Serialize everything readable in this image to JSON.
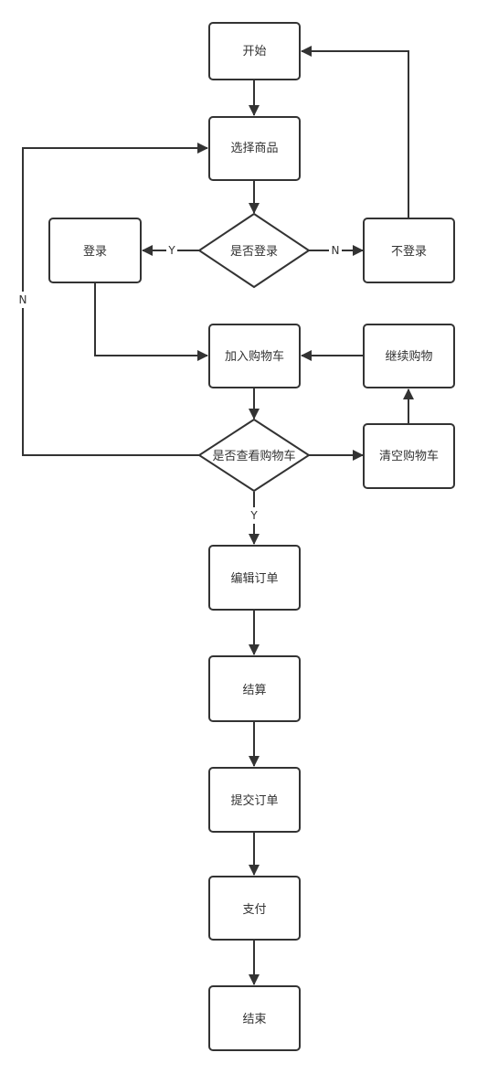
{
  "nodes": {
    "start": "开始",
    "select_product": "选择商品",
    "is_logged_in": "是否登录",
    "login": "登录",
    "not_login": "不登录",
    "add_to_cart": "加入购物车",
    "continue_shopping": "继续购物",
    "view_cart": "是否查看购物车",
    "clear_cart": "清空购物车",
    "edit_order": "编辑订单",
    "checkout": "结算",
    "submit_order": "提交订单",
    "pay": "支付",
    "end": "结束"
  },
  "edge_labels": {
    "login_yes": "Y",
    "login_no": "N",
    "view_cart_no": "N",
    "view_cart_yes": "Y"
  },
  "colors": {
    "line": "#333333",
    "box_fill": "#ffffff",
    "text": "#333333"
  }
}
